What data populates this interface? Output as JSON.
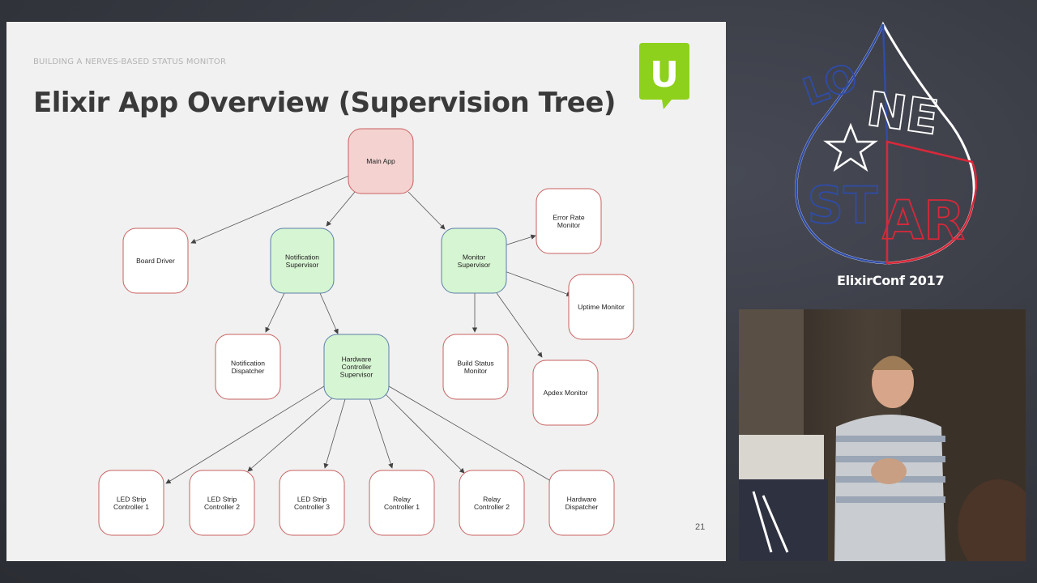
{
  "slide": {
    "subtitle": "BUILDING A NERVES-BASED STATUS MONITOR",
    "title": "Elixir App Overview (Supervision Tree)",
    "page_number": "21",
    "logo_letter": "U"
  },
  "diagram": {
    "nodes": {
      "main_app": "Main App",
      "board_driver": "Board Driver",
      "notification_supervisor": [
        "Notification",
        "Supervisor"
      ],
      "monitor_supervisor": [
        "Monitor",
        "Supervisor"
      ],
      "error_rate_monitor": [
        "Error Rate",
        "Monitor"
      ],
      "uptime_monitor": "Uptime Monitor",
      "notification_dispatcher": [
        "Notification",
        "Dispatcher"
      ],
      "hardware_controller_supervisor": [
        "Hardware",
        "Controller",
        "Supervisor"
      ],
      "build_status_monitor": [
        "Build Status",
        "Monitor"
      ],
      "apdex_monitor": "Apdex Monitor",
      "led_strip_controller_1": [
        "LED Strip",
        "Controller 1"
      ],
      "led_strip_controller_2": [
        "LED Strip",
        "Controller 2"
      ],
      "led_strip_controller_3": [
        "LED Strip",
        "Controller 3"
      ],
      "relay_controller_1": [
        "Relay",
        "Controller 1"
      ],
      "relay_controller_2": [
        "Relay",
        "Controller 2"
      ],
      "hardware_dispatcher": [
        "Hardware",
        "Dispatcher"
      ]
    },
    "colors": {
      "app_fill": "#f4d2d0",
      "supervisor_fill": "#d6f5d2",
      "worker_fill": "#ffffff",
      "red_border": "#c96060",
      "blue_border": "#5a7fa8"
    }
  },
  "conference": {
    "name": "ElixirConf 2017",
    "logo_text": "LONE STAR"
  },
  "colors": {
    "brand_green": "#8ed11c",
    "flag_blue": "#2f4ca8",
    "flag_red": "#d8283a"
  }
}
